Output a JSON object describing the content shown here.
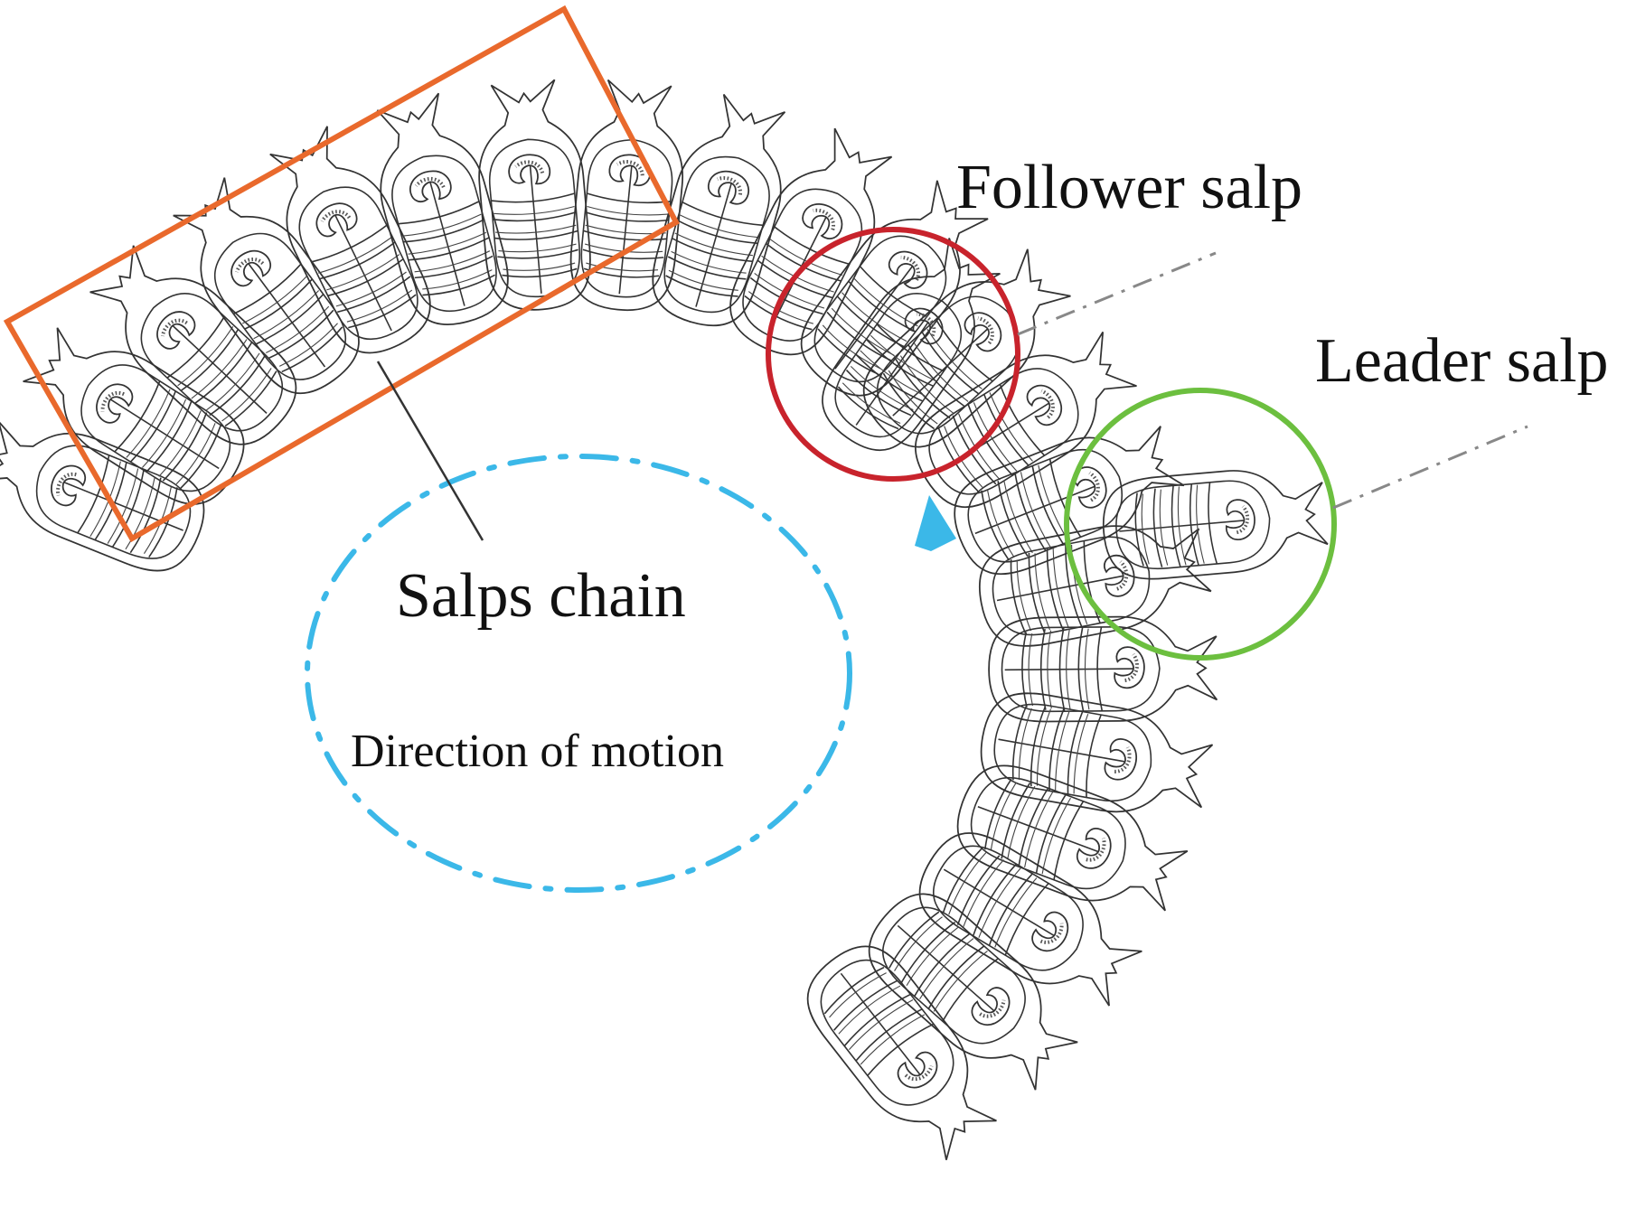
{
  "labels": {
    "follower": "Follower salp",
    "leader": "Leader salp",
    "chain": "Salps chain",
    "direction": "Direction of motion"
  },
  "colors": {
    "chain_box": "#E9692C",
    "follower_circle": "#C8232C",
    "leader_circle": "#6CBF3F",
    "motion_path": "#3BB8E8",
    "salp_outline": "#333333",
    "leader_line": "#888888"
  },
  "icons": {
    "salp": "salp-icon",
    "motion_arrow": "arrow-head-icon"
  }
}
